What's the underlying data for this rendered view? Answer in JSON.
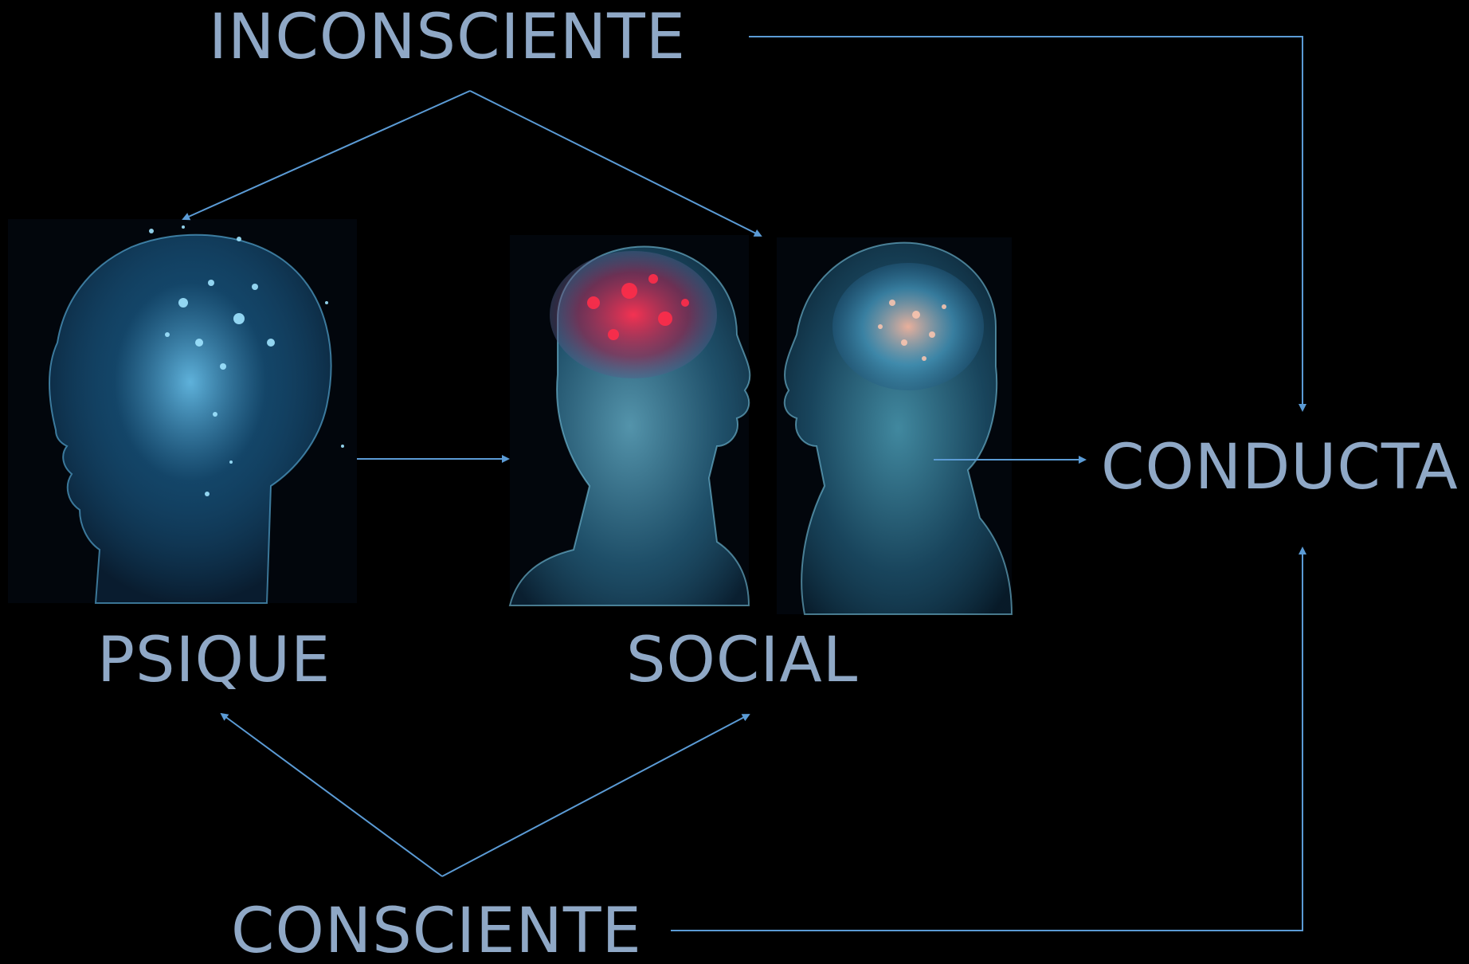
{
  "labels": {
    "inconsciente": "INCONSCIENTE",
    "consciente": "CONSCIENTE",
    "psique": "PSIQUE",
    "social": "SOCIAL",
    "conducta": "CONDUCTA"
  },
  "colors": {
    "background": "#000000",
    "label_text": "#8FA8C6",
    "arrow": "#5B9BD5"
  },
  "illustrations": [
    "glowing-blue-head-profile-illustration",
    "male-head-with-red-brain-illustration",
    "female-head-with-blue-brain-illustration"
  ]
}
